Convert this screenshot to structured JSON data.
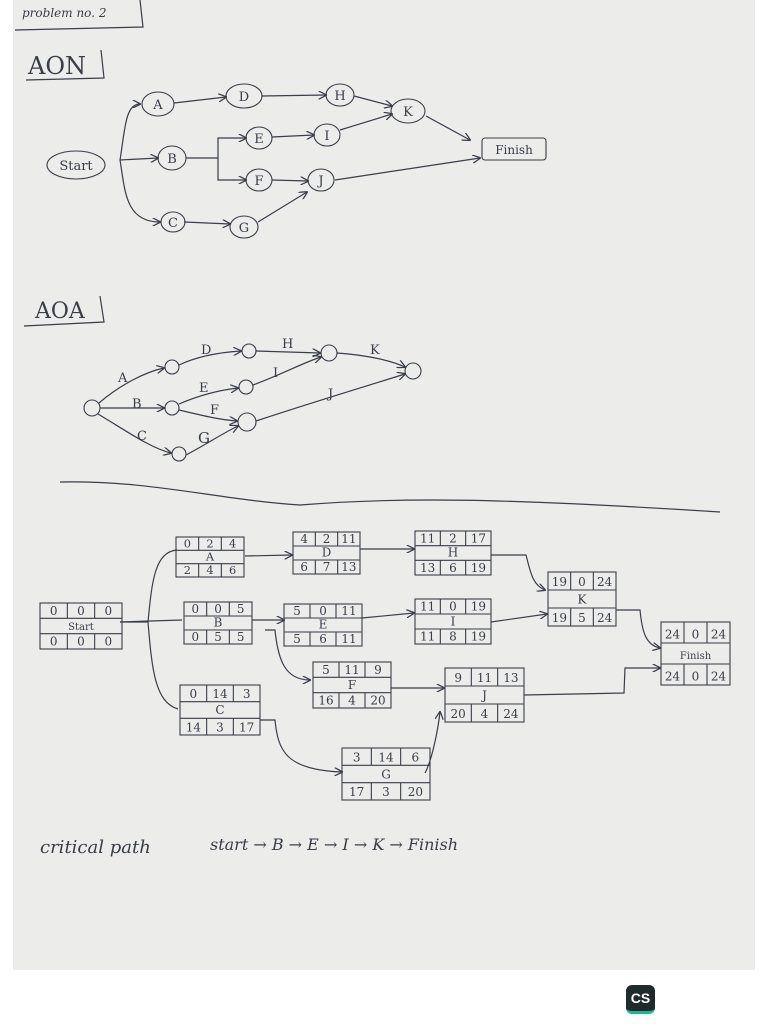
{
  "header": {
    "problem": "problem no. 2"
  },
  "aon": {
    "title": "AON",
    "nodes": {
      "start": "Start",
      "A": "A",
      "B": "B",
      "C": "C",
      "D": "D",
      "E": "E",
      "F": "F",
      "G": "G",
      "H": "H",
      "I": "I",
      "J": "J",
      "K": "K",
      "finish": "Finish"
    }
  },
  "aoa": {
    "title": "AOA",
    "activities": {
      "A": "A",
      "B": "B",
      "C": "C",
      "D": "D",
      "E": "E",
      "F": "F",
      "G": "G",
      "H": "H",
      "I": "I",
      "J": "J",
      "K": "K"
    }
  },
  "network": {
    "start": {
      "label": "Start",
      "es": "0",
      "dur": "0",
      "ef": "0",
      "ls": "0",
      "slack": "0",
      "lf": "0"
    },
    "A": {
      "label": "A",
      "es": "0",
      "dur": "2",
      "ef": "4",
      "ls": "2",
      "slack": "4",
      "lf": "6"
    },
    "B": {
      "label": "B",
      "es": "0",
      "dur": "0",
      "ef": "5",
      "ls": "0",
      "slack": "5",
      "lf": "5"
    },
    "C": {
      "label": "C",
      "es": "0",
      "dur": "14",
      "ef": "3",
      "ls": "14",
      "slack": "3",
      "lf": "17"
    },
    "D": {
      "label": "D",
      "es": "4",
      "dur": "2",
      "ef": "11",
      "ls": "6",
      "slack": "7",
      "lf": "13"
    },
    "E": {
      "label": "E",
      "es": "5",
      "dur": "0",
      "ef": "11",
      "ls": "5",
      "slack": "6",
      "lf": "11"
    },
    "F": {
      "label": "F",
      "es": "5",
      "dur": "11",
      "ef": "9",
      "ls": "16",
      "slack": "4",
      "lf": "20"
    },
    "G": {
      "label": "G",
      "es": "3",
      "dur": "14",
      "ef": "6",
      "ls": "17",
      "slack": "3",
      "lf": "20"
    },
    "H": {
      "label": "H",
      "es": "11",
      "dur": "2",
      "ef": "17",
      "ls": "13",
      "slack": "6",
      "lf": "19"
    },
    "I": {
      "label": "I",
      "es": "11",
      "dur": "0",
      "ef": "19",
      "ls": "11",
      "slack": "8",
      "lf": "19"
    },
    "J": {
      "label": "J",
      "es": "9",
      "dur": "11",
      "ef": "13",
      "ls": "20",
      "slack": "4",
      "lf": "24"
    },
    "K": {
      "label": "K",
      "es": "19",
      "dur": "0",
      "ef": "24",
      "ls": "19",
      "slack": "5",
      "lf": "24"
    },
    "finish": {
      "label": "Finish",
      "es": "24",
      "dur": "0",
      "ef": "24",
      "ls": "24",
      "slack": "0",
      "lf": "24"
    }
  },
  "critical_path": {
    "label": "critical path",
    "path": "start → B → E → I → K → Finish"
  },
  "watermark": {
    "logo_text": "CS"
  }
}
